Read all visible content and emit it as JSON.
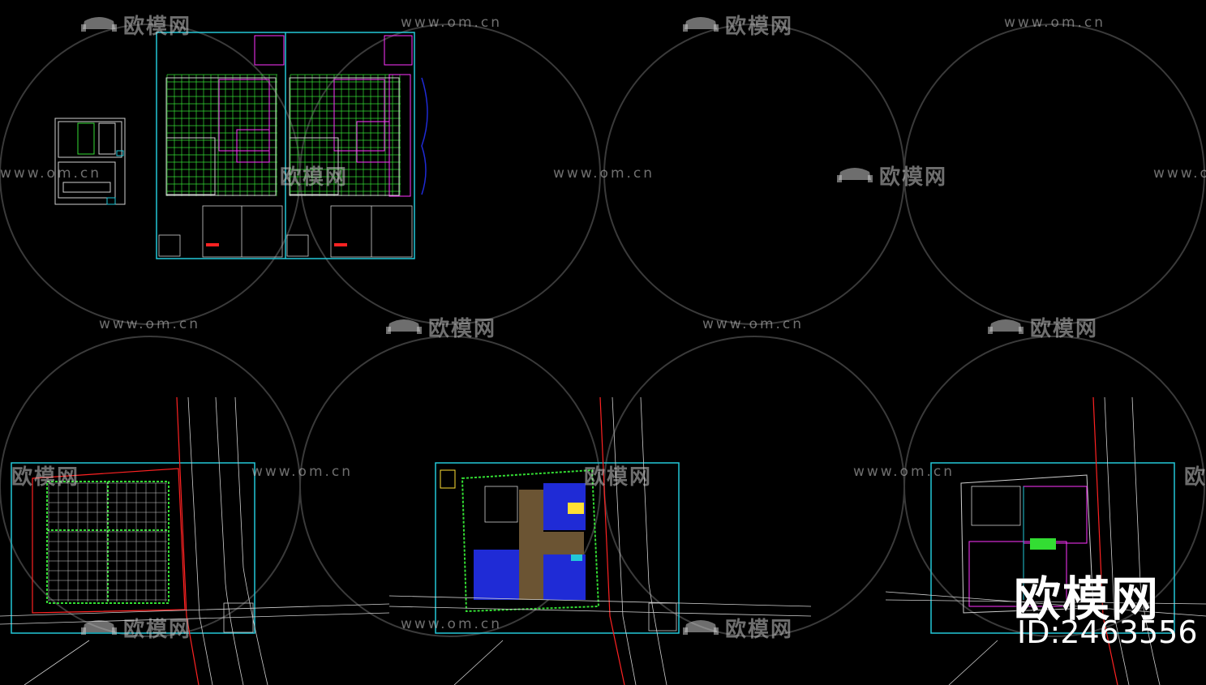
{
  "watermark": {
    "url_text": "www.om.cn",
    "brand_text": "欧模网",
    "brand_big": "欧模网",
    "id_text": "ID:2463556"
  },
  "colors": {
    "background": "#000000",
    "frame": "#22c7d8",
    "grid_green": "#33dd33",
    "magenta": "#ff33ff",
    "red": "#ff2222",
    "white_line": "#cfcfcf",
    "blue_fill": "#1f2bd6",
    "brown_fill": "#6b5433",
    "yellow": "#ffe033"
  },
  "icons": [
    "sofa-logo-icon"
  ]
}
